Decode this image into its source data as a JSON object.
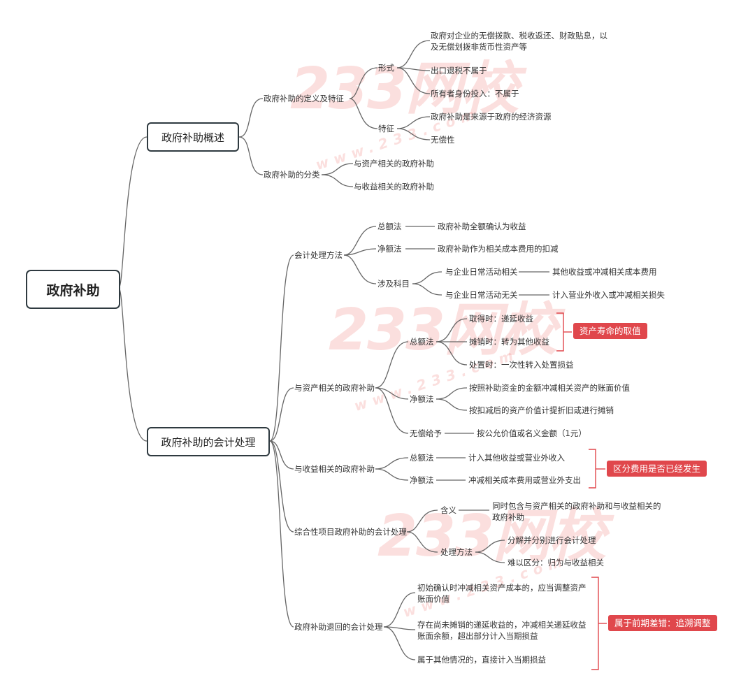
{
  "root": "政府补助",
  "b1": {
    "title": "政府补助概述",
    "def": "政府补助的定义及特征",
    "form": "形式",
    "form1": "政府对企业的无偿拨款、税收返还、财政贴息，以及无偿划拨非货币性资产等",
    "form2": "出口退税不属于",
    "form3": "所有者身份投入：不属于",
    "feat": "特征",
    "feat1": "政府补助是来源于政府的经济资源",
    "feat2": "无偿性",
    "cls": "政府补助的分类",
    "cls1": "与资产相关的政府补助",
    "cls2": "与收益相关的政府补助"
  },
  "b2": {
    "title": "政府补助的会计处理",
    "acc": "会计处理方法",
    "gross": "总额法",
    "gross_d": "政府补助全额确认为收益",
    "net": "净额法",
    "net_d": "政府补助作为相关成本费用的扣减",
    "subj": "涉及科目",
    "subj1": "与企业日常活动相关",
    "subj1_d": "其他收益或冲减相关成本费用",
    "subj2": "与企业日常活动无关",
    "subj2_d": "计入营业外收入或冲减相关损失",
    "asset": "与资产相关的政府补助",
    "a_gross": "总额法",
    "a_g1": "取得时：递延收益",
    "a_g2": "摊销时：转为其他收益",
    "a_g3": "处置时：一次性转入处置损益",
    "a_net": "净额法",
    "a_n1": "按照补助资金的金额冲减相关资产的账面价值",
    "a_n2": "按扣减后的资产价值计提折旧或进行摊销",
    "a_free": "无偿给予",
    "a_free_d": "按公允价值或名义金额（1元）",
    "tag1": "资产寿命的取值",
    "income": "与收益相关的政府补助",
    "i_gross": "总额法",
    "i_gross_d": "计入其他收益或营业外收入",
    "i_net": "净额法",
    "i_net_d": "冲减相关成本费用或营业外支出",
    "tag2": "区分费用是否已经发生",
    "comp": "综合性项目政府补助的会计处理",
    "c_mean": "含义",
    "c_mean_d": "同时包含与资产相关的政府补助和与收益相关的政府补助",
    "c_method": "处理方法",
    "c_m1": "分解并分别进行会计处理",
    "c_m2": "难以区分：归为与收益相关",
    "ret": "政府补助退回的会计处理",
    "r1": "初始确认时冲减相关资产成本的，应当调整资产账面价值",
    "r2": "存在尚未摊销的递延收益的，冲减相关递延收益账面余额，超出部分计入当期损益",
    "r3": "属于其他情况的，直接计入当期损益",
    "tag3": "属于前期差错：追溯调整"
  },
  "watermark": {
    "brand": "233网校",
    "url": "www.233.com"
  }
}
